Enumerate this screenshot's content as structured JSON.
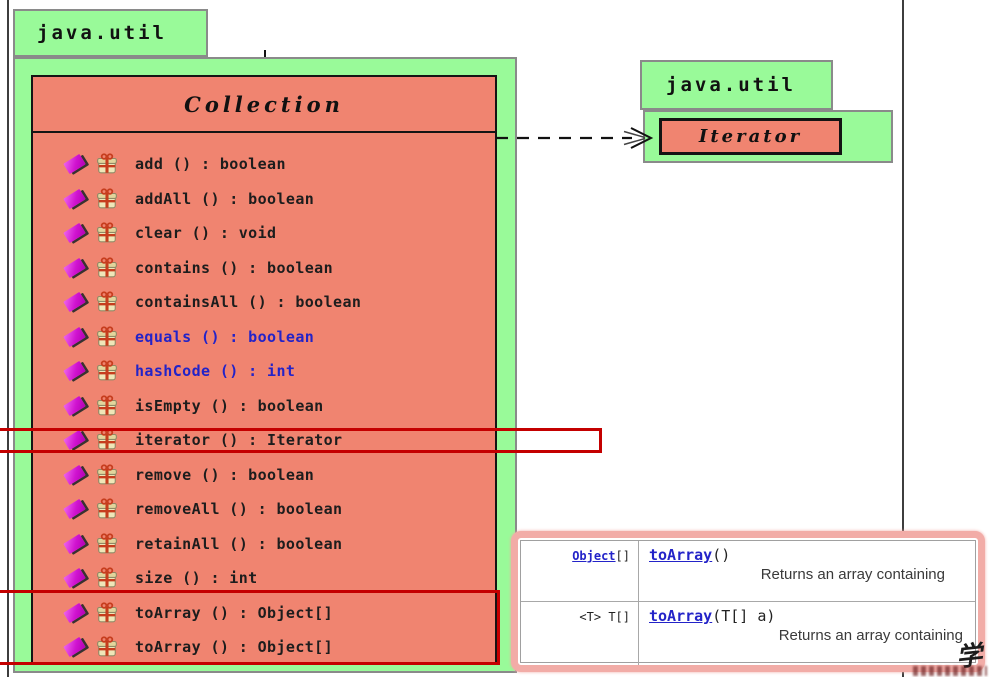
{
  "package_left": {
    "tab": "java.util"
  },
  "collection": {
    "title": "Collection",
    "methods": [
      {
        "signature": "add () : boolean",
        "style": "dark"
      },
      {
        "signature": "addAll () : boolean",
        "style": "dark"
      },
      {
        "signature": "clear () : void",
        "style": "dark"
      },
      {
        "signature": "contains () : boolean",
        "style": "dark"
      },
      {
        "signature": "containsAll () : boolean",
        "style": "dark"
      },
      {
        "signature": "equals () : boolean",
        "style": "blue"
      },
      {
        "signature": "hashCode () : int",
        "style": "blue"
      },
      {
        "signature": "isEmpty () : boolean",
        "style": "dark"
      },
      {
        "signature": "iterator () : Iterator",
        "style": "dark"
      },
      {
        "signature": "remove () : boolean",
        "style": "dark"
      },
      {
        "signature": "removeAll () : boolean",
        "style": "dark"
      },
      {
        "signature": "retainAll () : boolean",
        "style": "dark"
      },
      {
        "signature": "size () : int",
        "style": "dark"
      },
      {
        "signature": "toArray () : Object[]",
        "style": "dark"
      },
      {
        "signature": "toArray () : Object[]",
        "style": "dark"
      }
    ]
  },
  "package_right": {
    "tab": "java.util",
    "class_title": "Iterator"
  },
  "doc_table": {
    "rows": [
      {
        "returns_link": "Object",
        "returns_plain": "[]",
        "method": "toArray",
        "args": "()",
        "description": "Returns an array containing"
      },
      {
        "returns_link": "",
        "returns_plain": "<T> T[]",
        "method": "toArray",
        "args": "(T[] a)",
        "description": "Returns an array containing"
      }
    ]
  },
  "watermark": {
    "char": "学"
  },
  "colors": {
    "package_green": "#99FA99",
    "class_salmon": "#F08470",
    "border_gray": "#8A8A8A",
    "class_border": "#141414",
    "diamond_magenta": "#CC00CC",
    "blue_method_text": "#2323C8",
    "annotation_red": "#C40000",
    "doc_border_pink": "#F2ACA7",
    "link_blue": "#2323C8"
  }
}
